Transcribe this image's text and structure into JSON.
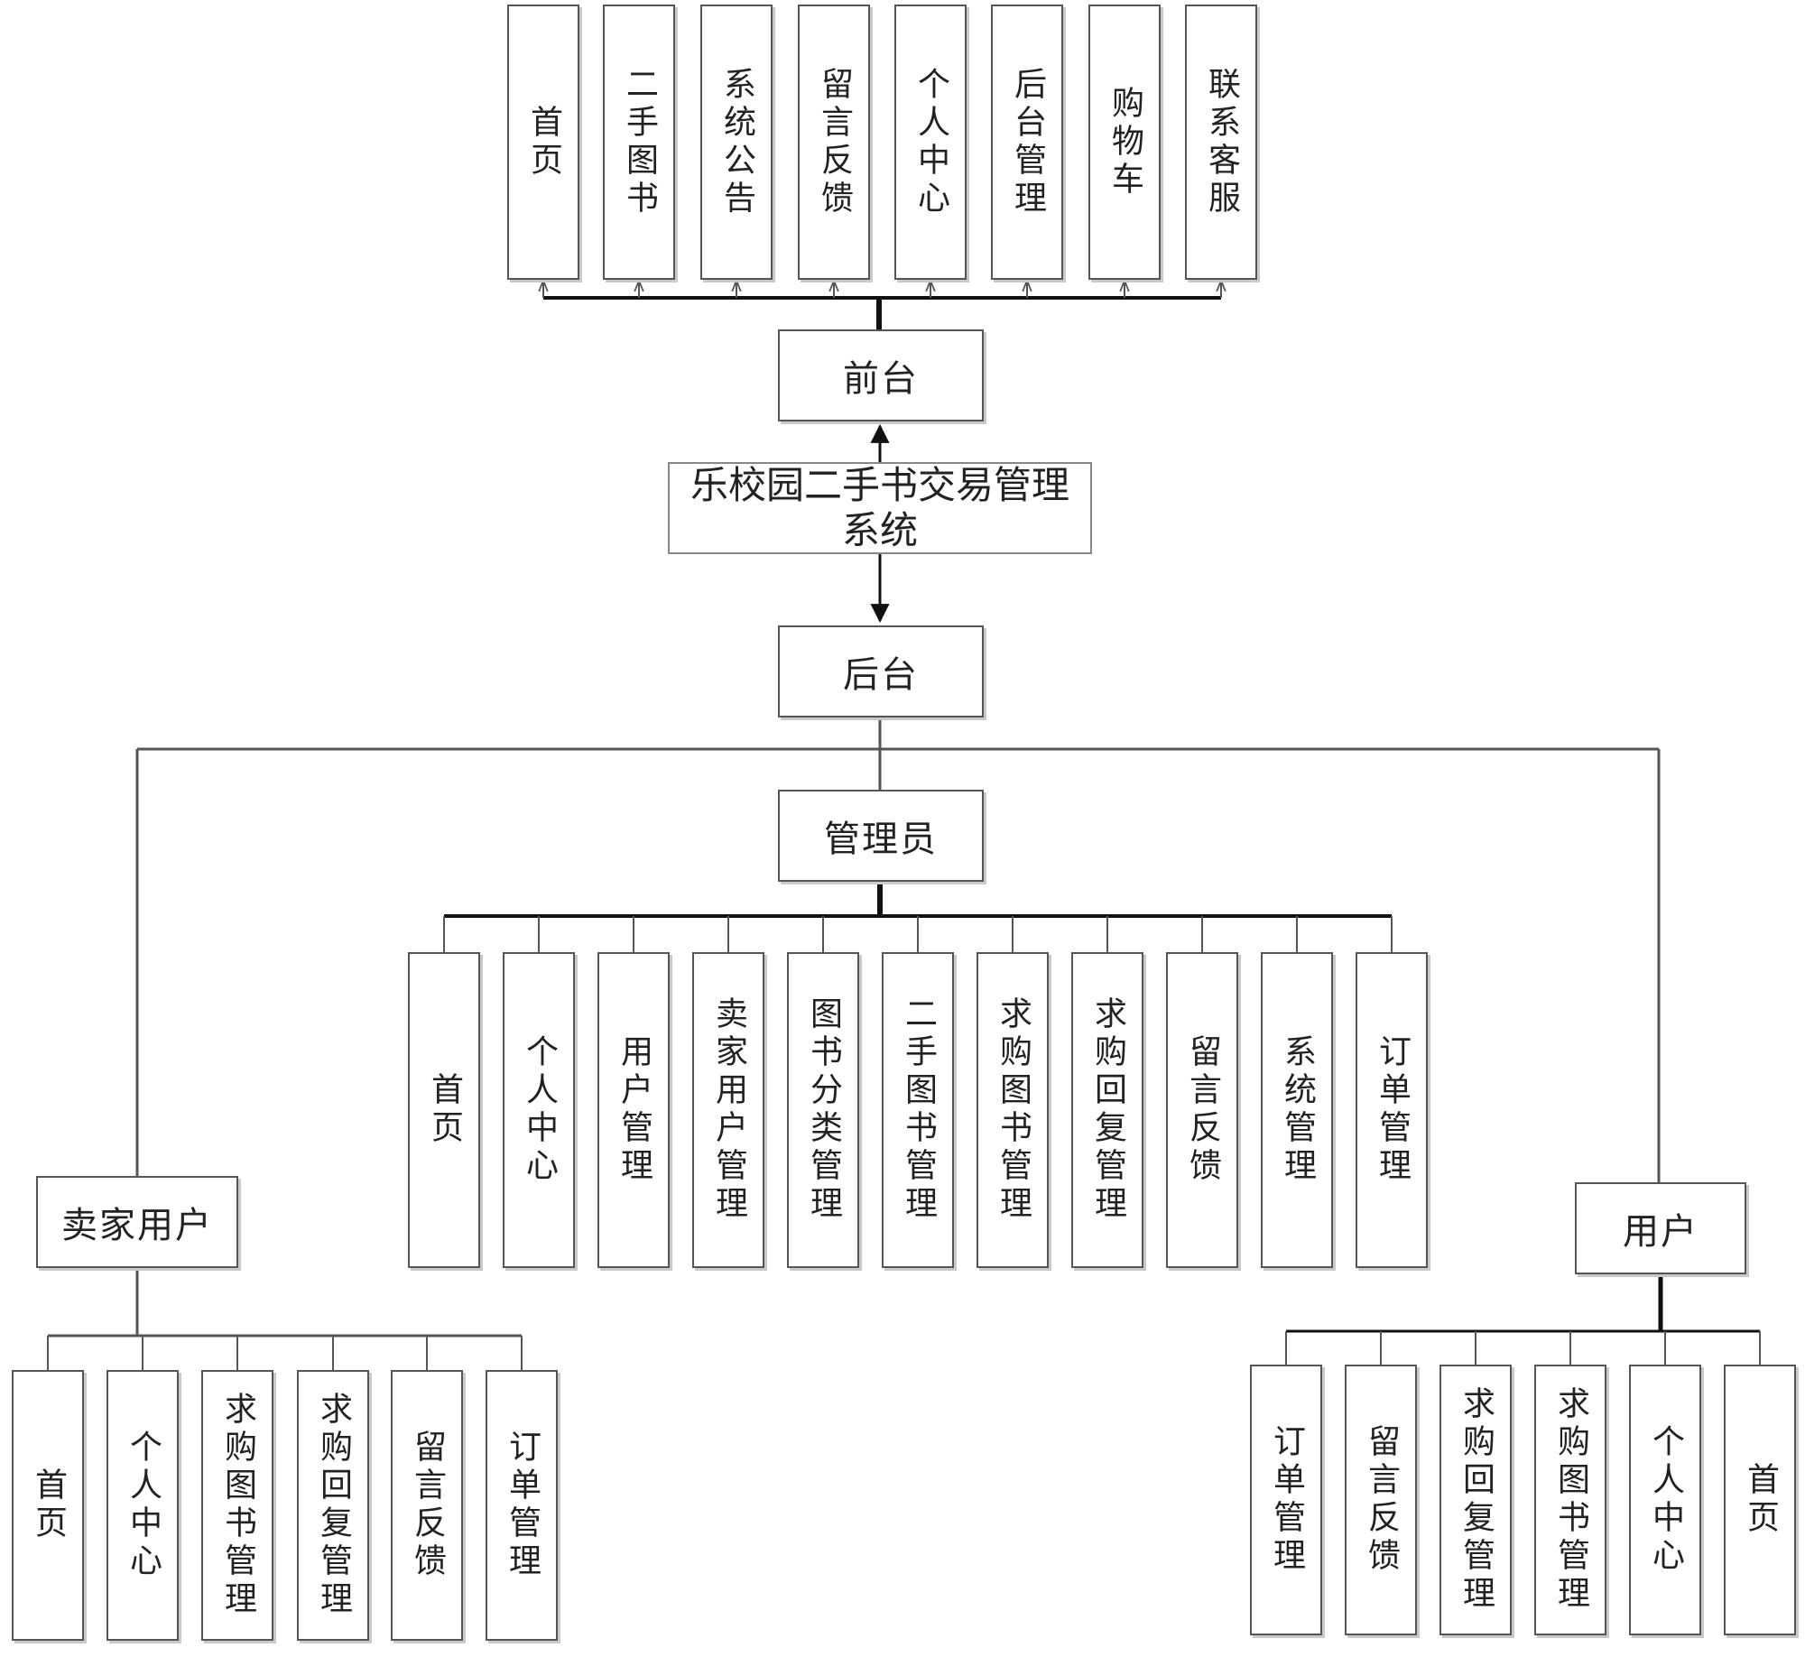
{
  "root": {
    "label": "乐校园二手书交易管理系统"
  },
  "frontend": {
    "label": "前台",
    "modules": [
      "首页",
      "二手图书",
      "系统公告",
      "留言反馈",
      "个人中心",
      "后台管理",
      "购物车",
      "联系客服"
    ]
  },
  "backend": {
    "label": "后台"
  },
  "admin": {
    "label": "管理员",
    "modules": [
      "首页",
      "个人中心",
      "用户管理",
      "卖家用户管理",
      "图书分类管理",
      "二手图书管理",
      "求购图书管理",
      "求购回复管理",
      "留言反馈",
      "系统管理",
      "订单管理"
    ]
  },
  "seller": {
    "label": "卖家用户",
    "modules": [
      "首页",
      "个人中心",
      "求购图书管理",
      "求购回复管理",
      "留言反馈",
      "订单管理"
    ]
  },
  "user": {
    "label": "用户",
    "modules": [
      "订单管理",
      "留言反馈",
      "求购回复管理",
      "求购图书管理",
      "个人中心",
      "首页"
    ]
  },
  "colors": {
    "line": "#555555",
    "thick_line": "#111111",
    "border": "#555555",
    "shadow": "#c9c9c9"
  }
}
